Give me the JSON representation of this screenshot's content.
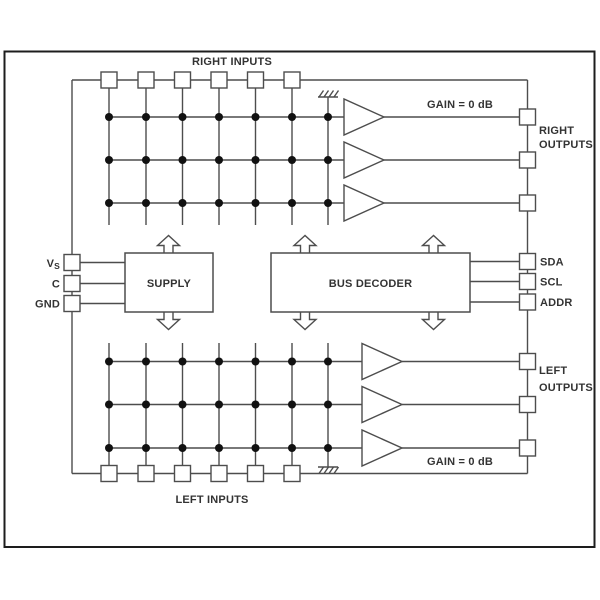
{
  "figure": {
    "type": "block-diagram"
  },
  "top_section": {
    "inputs_label": "RIGHT INPUTS",
    "input_count": 6,
    "matrix_columns": 7,
    "matrix_rows": 3,
    "amplifier_count": 3,
    "gain_label": "GAIN = 0 dB",
    "outputs_label": [
      "RIGHT",
      "OUTPUTS"
    ],
    "output_count": 3
  },
  "middle_section": {
    "supply_label": "SUPPLY",
    "bus_decoder_label": "BUS DECODER",
    "left_pins": [
      {
        "label": "V",
        "subscript": "S"
      },
      {
        "label": "C",
        "subscript": ""
      },
      {
        "label": "GND",
        "subscript": ""
      }
    ],
    "right_pins": [
      "SDA",
      "SCL",
      "ADDR"
    ]
  },
  "bottom_section": {
    "inputs_label": "LEFT INPUTS",
    "input_count": 6,
    "matrix_columns": 7,
    "matrix_rows": 3,
    "amplifier_count": 3,
    "gain_label": "GAIN = 0 dB",
    "outputs_label": [
      "LEFT",
      "OUTPUTS"
    ],
    "output_count": 3
  },
  "colors": {
    "line": "#4d4d4d",
    "dot": "#111111",
    "text": "#333333",
    "frame": "#1d1d1d",
    "background": "#ffffff"
  }
}
